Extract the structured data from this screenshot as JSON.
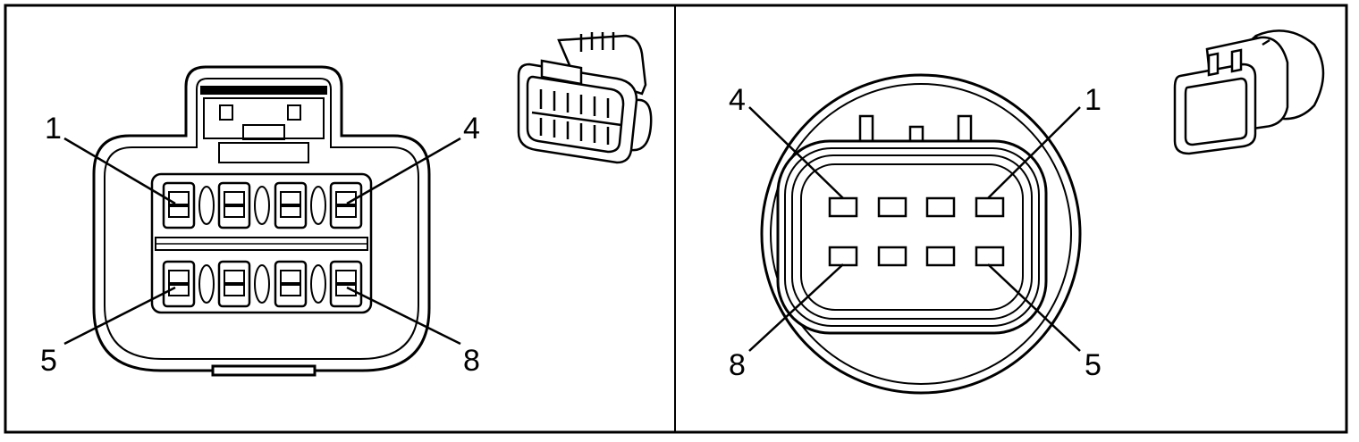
{
  "left_connector": {
    "pin_labels": {
      "top_left": "1",
      "top_right": "4",
      "bottom_left": "5",
      "bottom_right": "8"
    }
  },
  "right_connector": {
    "pin_labels": {
      "top_left": "4",
      "top_right": "1",
      "bottom_left": "8",
      "bottom_right": "5"
    }
  },
  "colors": {
    "line": "#000000",
    "background": "#ffffff"
  }
}
